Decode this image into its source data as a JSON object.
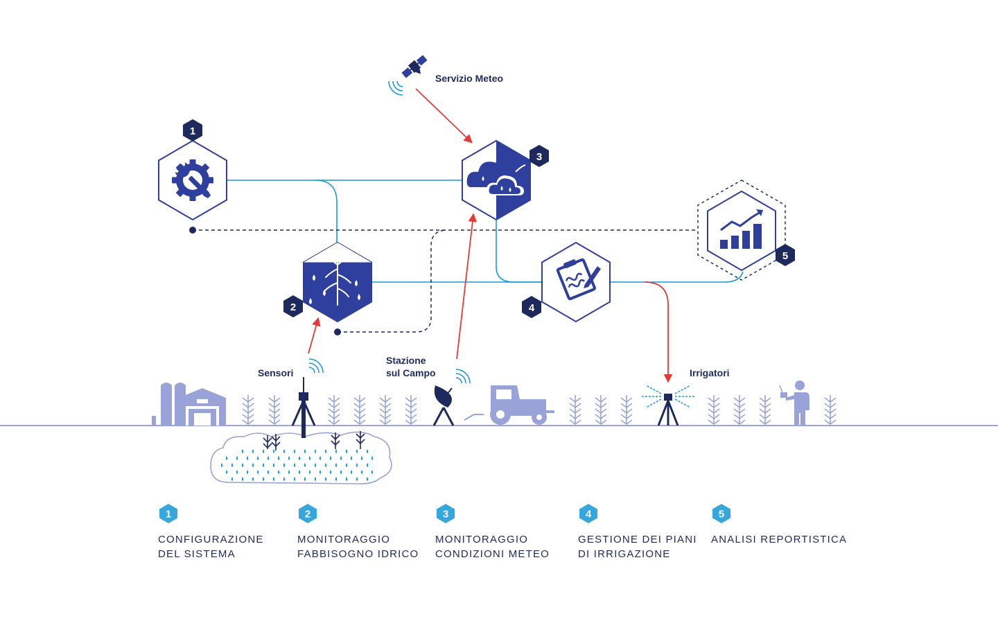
{
  "labels": {
    "weather_service": "Servizio Meteo",
    "sensors": "Sensori",
    "field_station_line1": "Stazione",
    "field_station_line2": "sul Campo",
    "sprinklers": "Irrigatori"
  },
  "modules": [
    {
      "number": "1",
      "icon": "gear-wrench-icon"
    },
    {
      "number": "2",
      "icon": "soil-root-water-icon"
    },
    {
      "number": "3",
      "icon": "clouds-rain-icon"
    },
    {
      "number": "4",
      "icon": "clipboard-plan-icon"
    },
    {
      "number": "5",
      "icon": "chart-report-icon"
    }
  ],
  "legend": [
    {
      "number": "1",
      "line1": "CONFIGURAZIONE",
      "line2": "DEL SISTEMA"
    },
    {
      "number": "2",
      "line1": "MONITORAGGIO",
      "line2": "FABBISOGNO IDRICO"
    },
    {
      "number": "3",
      "line1": "MONITORAGGIO",
      "line2": "CONDIZIONI METEO"
    },
    {
      "number": "4",
      "line1": "GESTIONE DEI PIANI",
      "line2": "DI IRRIGAZIONE"
    },
    {
      "number": "5",
      "line1": "ANALISI REPORTISTICA",
      "line2": ""
    }
  ],
  "colors": {
    "navy": "#1e2a5e",
    "royal": "#2f3f9e",
    "cyan": "#1a9ad6",
    "red": "#e53935",
    "lavender": "#9aa3d8",
    "legend_badge": "#35a7dc"
  }
}
